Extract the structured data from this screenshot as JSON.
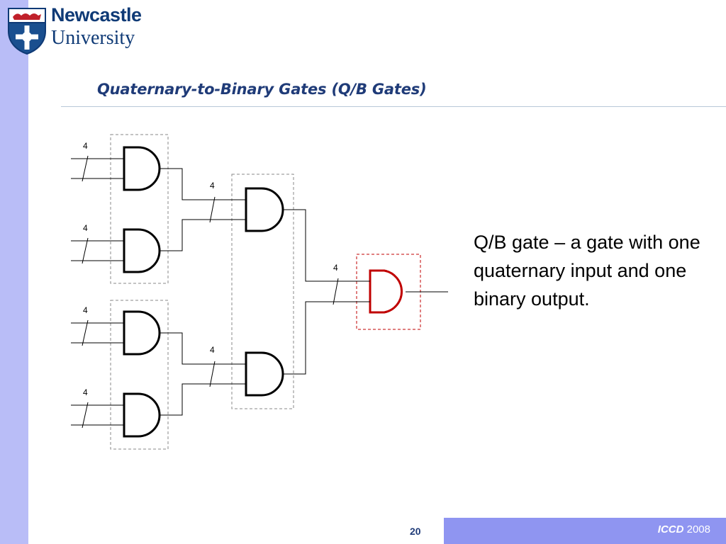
{
  "logo": {
    "line1": "Newcastle",
    "line2": "University"
  },
  "slide": {
    "title": "Quaternary-to-Binary Gates (Q/B Gates)",
    "description": "Q/B gate – a gate with one quaternary input and one binary output.",
    "page_number": "20"
  },
  "footer": {
    "conference": "ICCD",
    "year": "2008"
  },
  "diagram": {
    "bus_width_label": "4",
    "bus_labels": [
      "4",
      "4",
      "4",
      "4",
      "4",
      "4",
      "4"
    ],
    "highlight_color": "#c00000",
    "gate_color": "#000000",
    "group_border_color": "#888888"
  },
  "colors": {
    "left_bar": "#b9bdf7",
    "footer_bar": "#8f95f1",
    "title": "#1f3b78"
  }
}
